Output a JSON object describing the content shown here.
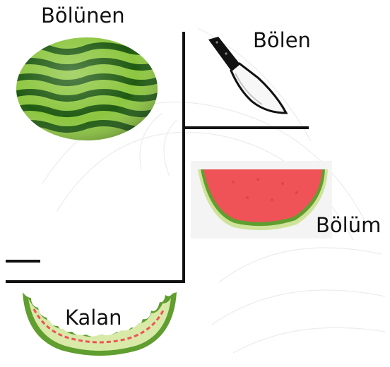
{
  "labels": {
    "dividend": "Bölünen",
    "divisor": "Bölen",
    "quotient": "Bölüm",
    "remainder": "Kalan"
  },
  "icons": {
    "dividend": "whole-watermelon-icon",
    "divisor": "kitchen-knife-icon",
    "quotient": "watermelon-slice-icon",
    "remainder": "watermelon-rind-icon"
  },
  "colors": {
    "lines": "#111111",
    "melon_dark": "#1f5a12",
    "melon_light": "#8cc63f",
    "flesh": "#ef5357",
    "rind_light": "#d8e9a8"
  }
}
